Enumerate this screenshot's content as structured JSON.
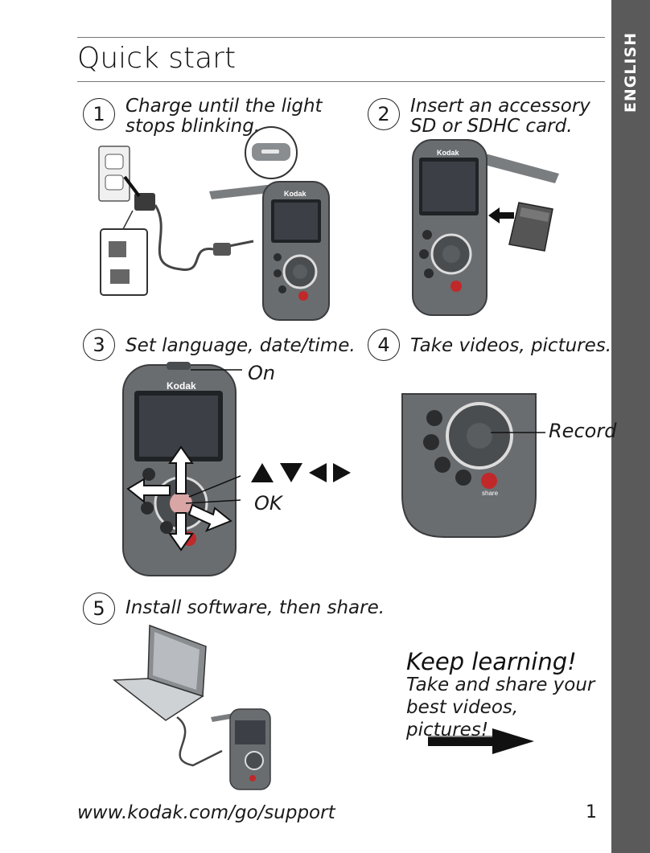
{
  "side_tab": {
    "label": "ENGLISH"
  },
  "title": "Quick start",
  "steps": [
    {
      "number": "1",
      "line1": "Charge until the light",
      "line2": "stops blinking."
    },
    {
      "number": "2",
      "line1": "Insert an accessory",
      "line2": "SD or SDHC card."
    },
    {
      "number": "3",
      "line1": "Set language, date/time.",
      "line2": ""
    },
    {
      "number": "4",
      "line1": "Take videos, pictures.",
      "line2": ""
    },
    {
      "number": "5",
      "line1": "Install software, then share.",
      "line2": ""
    }
  ],
  "callouts": {
    "on": "On",
    "ok": "OK",
    "record": "Record"
  },
  "camera": {
    "brand": "Kodak",
    "share_button": "share"
  },
  "keep_learning": {
    "title": "Keep learning!",
    "line1": "Take and share your",
    "line2": "best videos, pictures!"
  },
  "footer": {
    "url": "www.kodak.com/go/support",
    "page": "1"
  },
  "icons": [
    "wall-outlet-icon",
    "charger-icon",
    "sd-card-icon",
    "arrow-keys-icon",
    "laptop-icon",
    "next-arrow-icon"
  ],
  "colors": {
    "side_tab": "#5a5a5a",
    "camera_body": "#6a6d70",
    "record_red": "#c0282a"
  }
}
